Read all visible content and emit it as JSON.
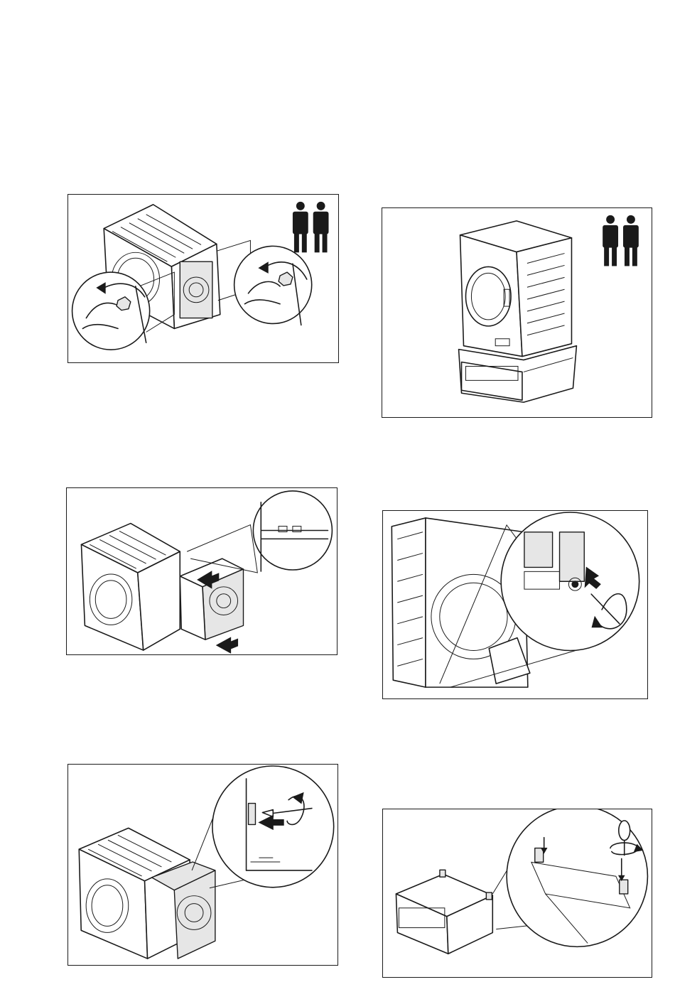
{
  "figures": [
    {
      "id": "fig-1",
      "icon": "two-persons-icon",
      "content": "dryer-rear-legs-unscrew"
    },
    {
      "id": "fig-2",
      "icon": "two-persons-icon",
      "content": "dryer-on-pedestal"
    },
    {
      "id": "fig-3",
      "content": "rear-feet-slide-off"
    },
    {
      "id": "fig-4",
      "content": "rear-panel-screw-removal"
    },
    {
      "id": "fig-5",
      "content": "bracket-screw-tighten"
    },
    {
      "id": "fig-6",
      "content": "pedestal-bracket-mounting"
    }
  ],
  "colors": {
    "line": "#1a1a1a",
    "paper": "#ffffff",
    "shade": "#e6e6e6"
  }
}
